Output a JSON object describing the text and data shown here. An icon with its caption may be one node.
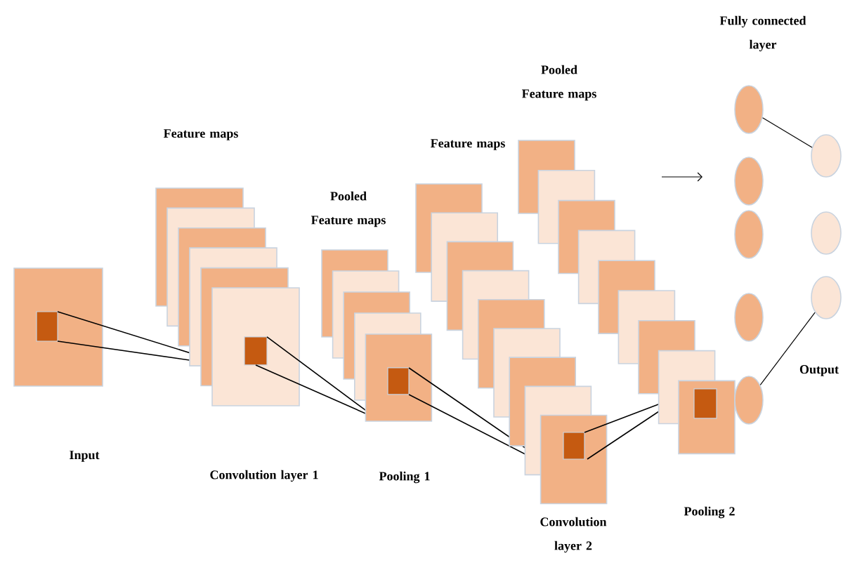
{
  "diagram": {
    "nodes": [
      {
        "text": [],
        "shape": "circle"
      },
      {
        "text": [],
        "shape": "circle"
      },
      {
        "text": [],
        "shape": "circle"
      },
      {
        "text": [],
        "shape": "circle"
      },
      {
        "text": [],
        "shape": "circle"
      },
      {
        "text": [],
        "shape": "circle"
      },
      {
        "text": [],
        "shape": "circle"
      },
      {
        "text": [],
        "shape": "circle"
      }
    ],
    "edges": [
      {
        "from": 0,
        "to": 5,
        "arrow": "none"
      },
      {
        "from": 4,
        "to": 7,
        "arrow": "none"
      }
    ],
    "labels": [
      "Fully connected layer",
      "Pooled Feature maps",
      "Feature maps",
      "Feature maps",
      "Pooled Feature maps",
      "Output",
      "Input",
      "Convolution layer 1",
      "Pooling 1",
      "Pooling 2",
      "Convolution layer 2"
    ]
  }
}
